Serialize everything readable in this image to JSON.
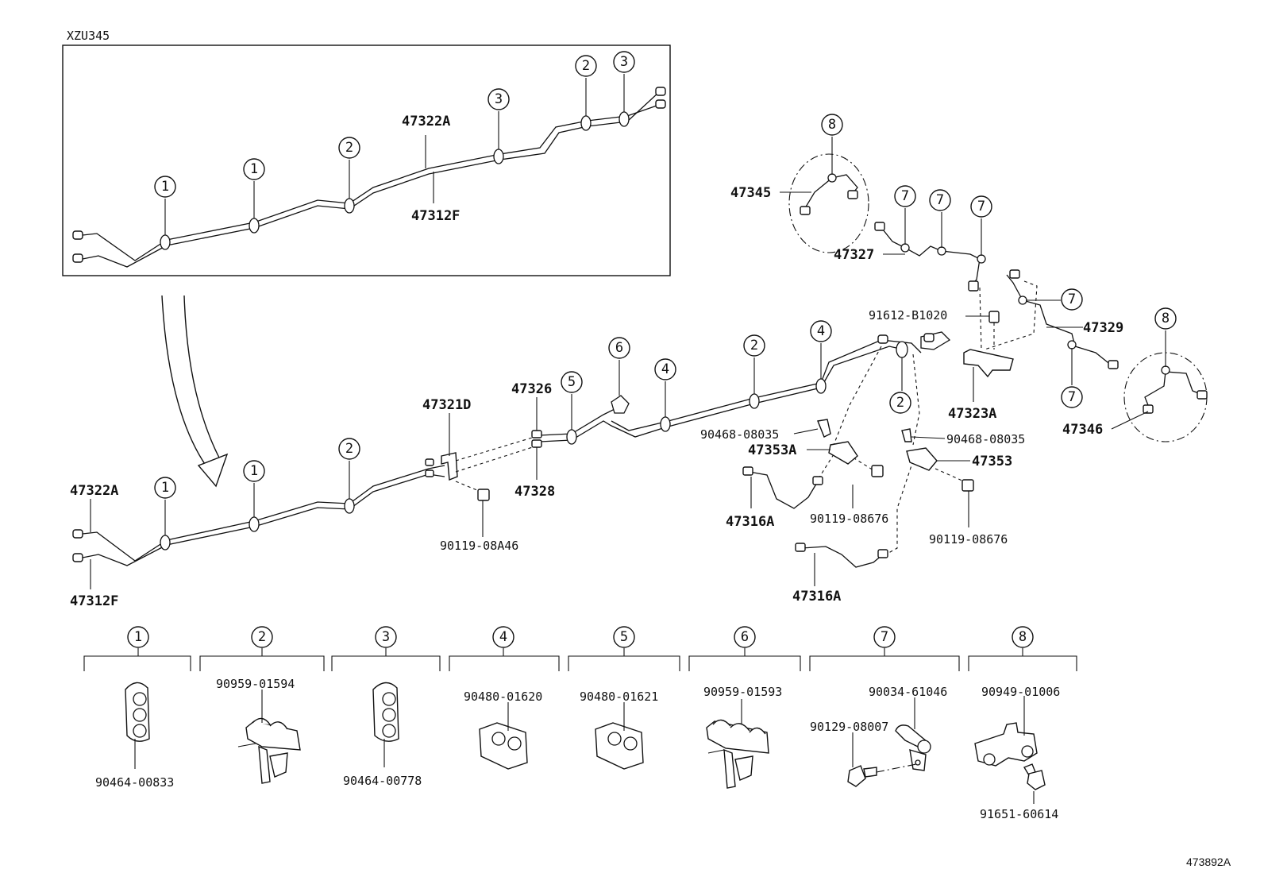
{
  "model_code": "XZU345",
  "labels": {
    "inset_47322A": "47322A",
    "inset_47312F": "47312F",
    "main_47322A": "47322A",
    "main_47312F": "47312F",
    "p47321D": "47321D",
    "p47326": "47326",
    "p47328": "47328",
    "p90119_08A46": "90119-08A46",
    "p47345": "47345",
    "p47327": "47327",
    "p91612_B1020": "91612-B1020",
    "p47329": "47329",
    "p47323A": "47323A",
    "p47346": "47346",
    "p90468_08035_left": "90468-08035",
    "p47353A": "47353A",
    "p90468_08035_right": "90468-08035",
    "p47353": "47353",
    "p47316A_upper": "47316A",
    "p90119_08676_left": "90119-08676",
    "p90119_08676_right": "90119-08676",
    "p47316A_lower": "47316A"
  },
  "legend": [
    {
      "num": "1",
      "parts": [
        "90464-00833"
      ]
    },
    {
      "num": "2",
      "parts": [
        "90959-01594"
      ]
    },
    {
      "num": "3",
      "parts": [
        "90464-00778"
      ]
    },
    {
      "num": "4",
      "parts": [
        "90480-01620"
      ]
    },
    {
      "num": "5",
      "parts": [
        "90480-01621"
      ]
    },
    {
      "num": "6",
      "parts": [
        "90959-01593"
      ]
    },
    {
      "num": "7",
      "parts": [
        "90034-61046",
        "90129-08007"
      ]
    },
    {
      "num": "8",
      "parts": [
        "90949-01006",
        "91651-60614"
      ]
    }
  ],
  "callouts": {
    "inset": [
      "1",
      "1",
      "2",
      "3",
      "2",
      "3"
    ],
    "main": [
      "1",
      "1",
      "2",
      "5",
      "6",
      "4",
      "2",
      "4",
      "2"
    ],
    "upper_right": [
      "8",
      "7",
      "7",
      "7",
      "7",
      "8",
      "7"
    ]
  },
  "reference_code": "473892A"
}
